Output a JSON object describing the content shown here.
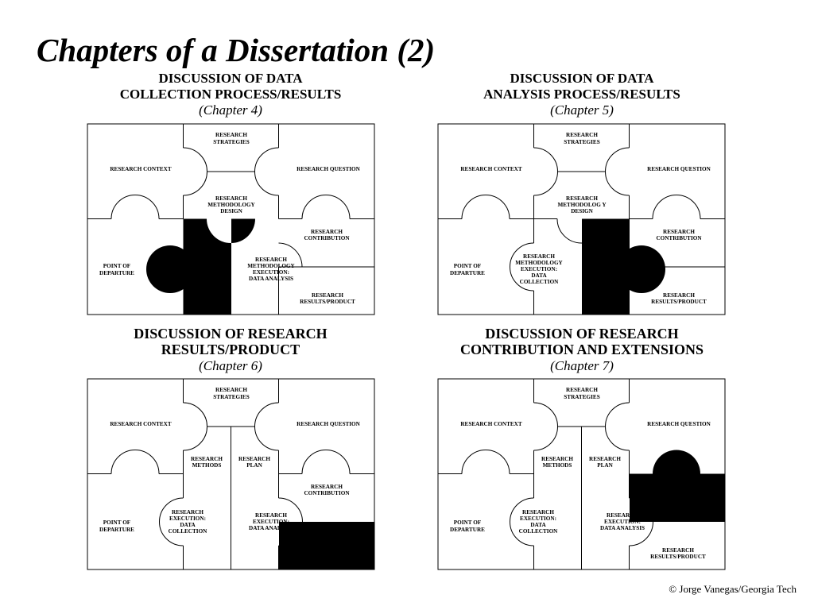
{
  "title": "Chapters of a Dissertation (2)",
  "copyright": "© Jorge Vanegas/Georgia Tech",
  "colors": {
    "ink": "#000000",
    "paper": "#ffffff"
  },
  "panels": [
    {
      "heading_line1": "DISCUSSION OF DATA",
      "heading_line2": "COLLECTION PROCESS/RESULTS",
      "chapter": "(Chapter 4)",
      "pieces": {
        "context": [
          "RESEARCH CONTEXT"
        ],
        "strategies": [
          "RESEARCH",
          "STRATEGIES"
        ],
        "question": [
          "RESEARCH QUESTION"
        ],
        "design": [
          "RESEARCH",
          "METHODOLOGY",
          "DESIGN"
        ],
        "departure": [
          "POINT OF",
          "DEPARTURE"
        ],
        "contribution": [
          "RESEARCH",
          "CONTRIBUTION"
        ],
        "execution": [
          "RESEARCH",
          "METHODOLOGY",
          "EXECUTION:",
          "DATA ANALYSIS"
        ],
        "results": [
          "RESEARCH",
          "RESULTS/PRODUCT"
        ]
      }
    },
    {
      "heading_line1": "DISCUSSION OF DATA",
      "heading_line2": "ANALYSIS PROCESS/RESULTS",
      "chapter": "(Chapter 5)",
      "pieces": {
        "context": [
          "RESEARCH CONTEXT"
        ],
        "strategies": [
          "RESEARCH",
          "STRATEGIES"
        ],
        "question": [
          "RESEARCH QUESTION"
        ],
        "design": [
          "RESEARCH",
          "METHODOLOG Y",
          "DESIGN"
        ],
        "departure": [
          "POINT OF",
          "DEPARTURE"
        ],
        "contribution": [
          "RESEARCH",
          "CONTRIBUTION"
        ],
        "execution": [
          "RESEARCH",
          "METHODOLOGY",
          "EXECUTION:",
          "DATA",
          "COLLECTION"
        ],
        "results": [
          "RESEARCH",
          "RESULTS/PRODUCT"
        ]
      }
    },
    {
      "heading_line1": "DISCUSSION OF RESEARCH",
      "heading_line2": "RESULTS/PRODUCT",
      "chapter": "(Chapter 6)",
      "pieces": {
        "context": [
          "RESEARCH CONTEXT"
        ],
        "strategies": [
          "RESEARCH",
          "STRATEGIES"
        ],
        "question": [
          "RESEARCH QUESTION"
        ],
        "methods": [
          "RESEARCH",
          "METHODS"
        ],
        "plan": [
          "RESEARCH",
          "PLAN"
        ],
        "departure": [
          "POINT OF",
          "DEPARTURE"
        ],
        "contribution": [
          "RESEARCH",
          "CONTRIBUTION"
        ],
        "exec_collection": [
          "RESEARCH",
          "EXECUTION:",
          "DATA",
          "COLLECTION"
        ],
        "exec_analysis": [
          "RESEARCH",
          "EXECUTION:",
          "DATA ANALYSIS"
        ]
      }
    },
    {
      "heading_line1": "DISCUSSION OF RESEARCH",
      "heading_line2": "CONTRIBUTION AND EXTENSIONS",
      "chapter": "(Chapter 7)",
      "pieces": {
        "context": [
          "RESEARCH CONTEXT"
        ],
        "strategies": [
          "RESEARCH",
          "STRATEGIES"
        ],
        "question": [
          "RESEARCH QUESTION"
        ],
        "methods": [
          "RESEARCH",
          "METHODS"
        ],
        "plan": [
          "RESEARCH",
          "PLAN"
        ],
        "departure": [
          "POINT OF",
          "DEPARTURE"
        ],
        "exec_collection": [
          "RESEARCH",
          "EXECUTION:",
          "DATA",
          "COLLECTION"
        ],
        "exec_analysis": [
          "RESEARCH",
          "EXECUTION:",
          "DATA ANALYSIS"
        ],
        "results": [
          "RESEARCH",
          "RESULTS/PRODUCT"
        ]
      }
    }
  ]
}
